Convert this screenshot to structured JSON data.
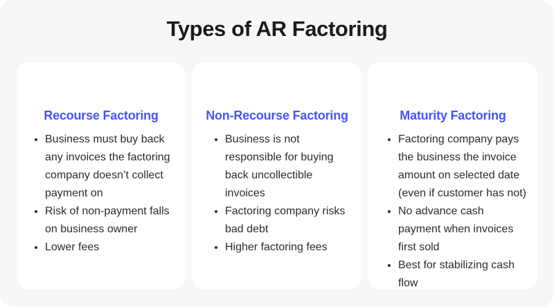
{
  "page": {
    "title": "Types of AR Factoring",
    "background_color": "#f7f7f8",
    "card_color": "#ffffff",
    "accent_color": "#4356f6",
    "text_color": "#2b2b2e",
    "title_color": "#1b1b1f"
  },
  "cards": [
    {
      "heading": "Recourse Factoring",
      "bullets": [
        "Business must buy back any invoices the factoring company doesn’t collect payment on",
        "Risk of non-payment falls on business owner",
        "Lower fees"
      ]
    },
    {
      "heading": "Non-Recourse Factoring",
      "bullets": [
        "Business is not responsible for buying back uncollectible invoices",
        "Factoring company risks bad debt",
        "Higher factoring fees"
      ]
    },
    {
      "heading": "Maturity Factoring",
      "bullets": [
        "Factoring company pays the business the invoice amount on selected date (even if customer has not)",
        "No advance cash payment when invoices first sold",
        "Best for stabilizing cash flow"
      ]
    }
  ]
}
